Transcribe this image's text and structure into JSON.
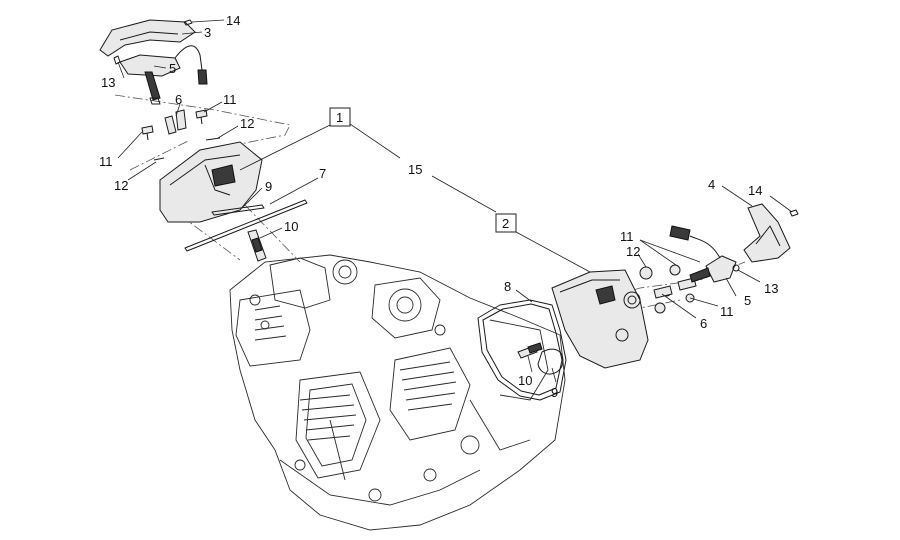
{
  "callouts": {
    "c1": "1",
    "c2": "2",
    "c3": "3",
    "c4": "4",
    "c5a": "5",
    "c5b": "5",
    "c6a": "6",
    "c6b": "6",
    "c7": "7",
    "c8": "8",
    "c9a": "9",
    "c9b": "9",
    "c10a": "10",
    "c10b": "10",
    "c11a": "11",
    "c11b": "11",
    "c11c": "11",
    "c11d": "11",
    "c12a": "12",
    "c12b": "12",
    "c12c": "12",
    "c13a": "13",
    "c13b": "13",
    "c14a": "14",
    "c14b": "14",
    "c15": "15"
  }
}
